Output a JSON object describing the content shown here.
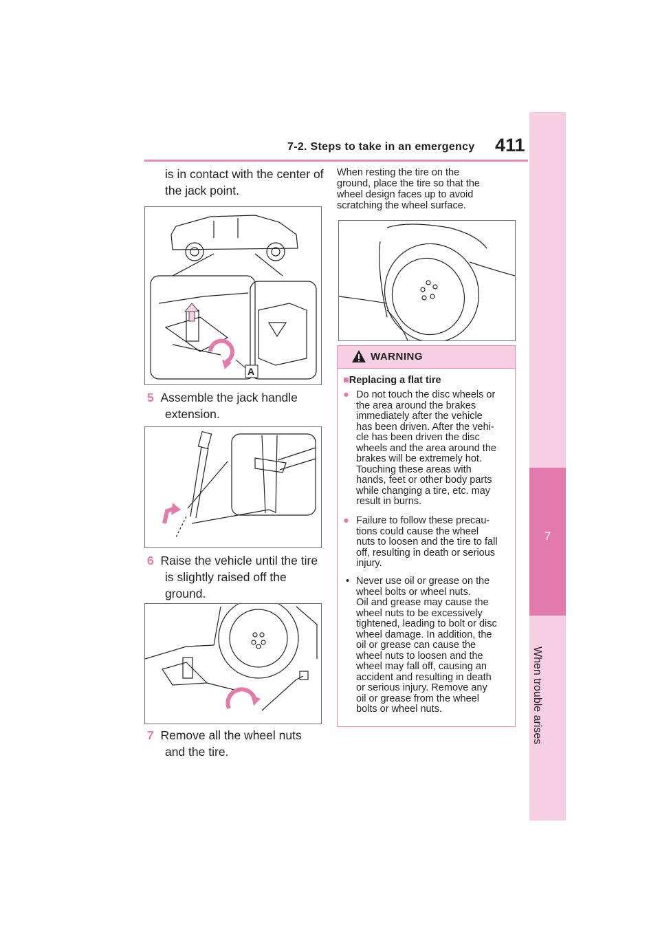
{
  "header": {
    "section": "7-2. Steps to take in an emergency",
    "page": "411"
  },
  "side_tab": {
    "chapter": "7",
    "label": "When trouble arises"
  },
  "left": {
    "cont_line1": "is in contact with the center of",
    "cont_line2": "the jack point.",
    "fig1_label": "A",
    "step5_num": "5",
    "step5_line1": "Assemble the jack handle",
    "step5_line2": "extension.",
    "step6_num": "6",
    "step6_line1": "Raise the vehicle until the tire",
    "step6_line2": "is slightly raised off the",
    "step6_line3": "ground.",
    "step7_num": "7",
    "step7_line1": "Remove all the wheel nuts",
    "step7_line2": "and the tire."
  },
  "right": {
    "note_line1": "When resting the tire on the",
    "note_line2": "ground, place the tire so that the",
    "note_line3": "wheel design faces up to avoid",
    "note_line4": "scratching the wheel surface."
  },
  "warning": {
    "title": "WARNING",
    "heading": "Replacing a flat tire",
    "item1": [
      "Do not touch the disc wheels or",
      "the area around the brakes",
      "immediately after the vehicle",
      "has been driven. After the vehi-",
      "cle has been driven the disc",
      "wheels and the area around the",
      "brakes will be extremely hot.",
      "Touching these areas with",
      "hands, feet or other body parts",
      "while changing a tire, etc. may",
      "result in burns."
    ],
    "item2": [
      "Failure to follow these precau-",
      "tions could cause the wheel",
      "nuts to loosen and the tire to fall",
      "off, resulting in death or serious",
      "injury."
    ],
    "item3": [
      "Never use oil or grease on the",
      "wheel bolts or wheel nuts.",
      "Oil and grease may cause the",
      "wheel nuts to be excessively",
      "tightened, leading to bolt or disc",
      "wheel damage. In addition, the",
      "oil or grease can cause the",
      "wheel nuts to loosen and the",
      "wheel may fall off, causing an",
      "accident and resulting in death",
      "or serious injury. Remove any",
      "oil or grease from the wheel",
      "bolts or wheel nuts."
    ]
  },
  "colors": {
    "accent": "#e27aac",
    "accent_light": "#f6d0e2",
    "rule": "#e58ab8"
  }
}
